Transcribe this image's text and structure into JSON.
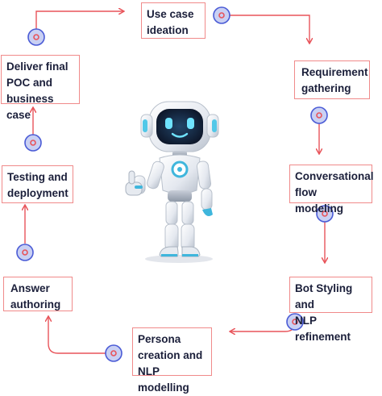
{
  "steps": [
    {
      "id": "use-case",
      "label": "Use case\nideation"
    },
    {
      "id": "requirement",
      "label": "Requirement\ngathering"
    },
    {
      "id": "conversational",
      "label": "Conversational\nflow modeling"
    },
    {
      "id": "bot-styling",
      "label": "Bot Styling and\nNLP refinement"
    },
    {
      "id": "persona",
      "label": "Persona\ncreation and\nNLP modelling"
    },
    {
      "id": "answer",
      "label": "Answer\nauthoring"
    },
    {
      "id": "testing",
      "label": "Testing and\ndeployment"
    },
    {
      "id": "deliver",
      "label": "Deliver final\nPOC and\nbusiness case"
    }
  ],
  "colors": {
    "connector": "#e8545a",
    "node_fill": "#c9d0f3",
    "node_ring": "#4a5bd6",
    "node_center": "#e8545a",
    "box_border": "#f08a8a",
    "text": "#1b1f3a"
  },
  "illustration": {
    "icon": "robot-icon"
  }
}
